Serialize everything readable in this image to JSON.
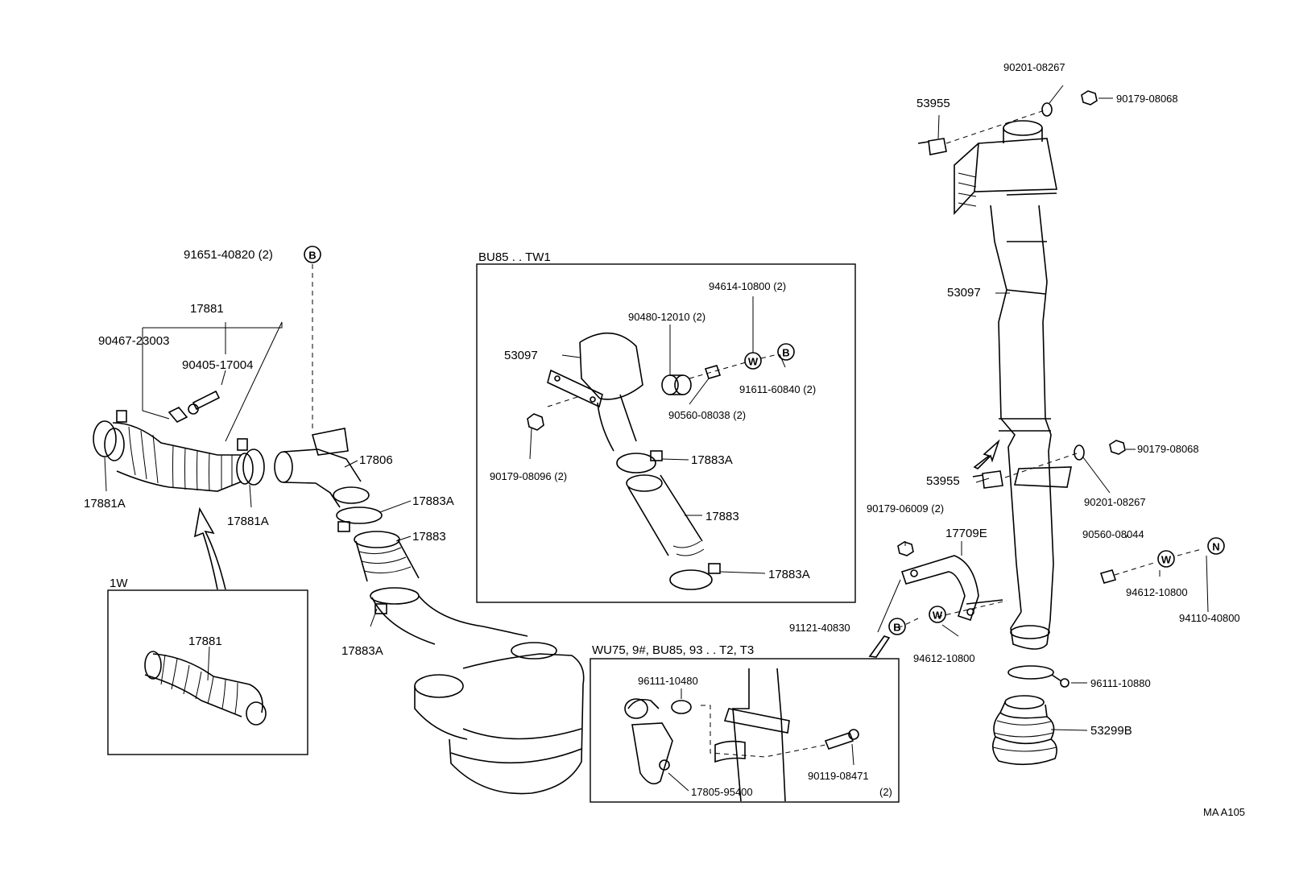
{
  "labels": {
    "p91651": "91651-40820 (2)",
    "p17881_top": "17881",
    "p90467": "90467-23003",
    "p90405": "90405-17004",
    "p17881A_left": "17881A",
    "p17881A_right": "17881A",
    "p17806": "17806",
    "p17883A_a": "17883A",
    "p17883_main": "17883",
    "p17883A_b": "17883A",
    "p17881_1w": "17881",
    "p53955_top": "53955",
    "p90201_top": "90201-08267",
    "p90179_top": "90179-08068",
    "p53097_right": "53097",
    "p53955_mid": "53955",
    "p90179_mid": "90179-08068",
    "p90201_mid": "90201-08267",
    "p90179_06009": "90179-06009 (2)",
    "p17709E": "17709E",
    "p90560_08044": "90560-08044",
    "p94612_right": "94612-10800",
    "p94110": "94110-40800",
    "p91121": "91121-40830",
    "p94612_bottom": "94612-10800",
    "p96111_10880": "96111-10880",
    "p53299B": "53299B",
    "p53097_box": "53097",
    "p90480": "90480-12010 (2)",
    "p94614": "94614-10800 (2)",
    "p91611": "91611-60840 (2)",
    "p90560_08038": "90560-08038 (2)",
    "p90179_08096": "90179-08096 (2)",
    "p17883A_box1": "17883A",
    "p17883_box": "17883",
    "p17883A_box2": "17883A",
    "p96111_10480": "96111-10480",
    "p90119": "90119-08471",
    "p90119_qty": "(2)",
    "p17805": "17805-95400"
  },
  "markers": {
    "b": "B",
    "w": "W",
    "n": "N"
  },
  "insets": {
    "box_1w": "1W",
    "box_bu85": "BU85 . . TW1",
    "box_wu75": "WU75, 9#, BU85, 93 . . T2, T3"
  },
  "footer": {
    "code": "MA A105"
  }
}
